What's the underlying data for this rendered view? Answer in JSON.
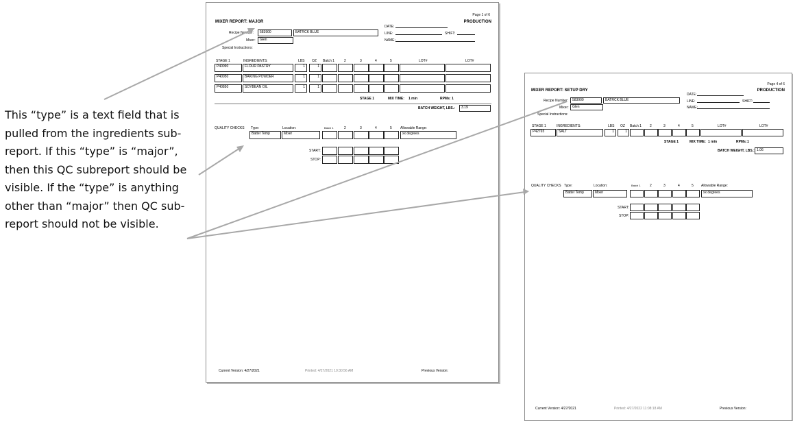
{
  "annotation": {
    "lines": [
      "This “type” is a text field that is",
      "pulled from the ingredients sub-",
      "report. If this “type” is “major”,",
      "then this QC subreport should be",
      "visible. If the “type” is anything",
      "other than “major” then QC sub-",
      "report should not be visible."
    ]
  },
  "page1": {
    "page_no": "Page 1 of 6",
    "title": "MIXER REPORT:  MAJOR",
    "production": "PRODUCTION",
    "date_label": "DATE:",
    "line_label": "LINE:",
    "shift_label": "SHIFT:",
    "name_label": "NAME:",
    "recipe_label": "Recipe Number:",
    "recipe_number": "583900",
    "recipe_name": "BATRCK BLUE",
    "mixer_label": "Mixer:",
    "mixer_value": "Glen",
    "special": "Special Instructions:",
    "headers": {
      "stage": "STAGE 1",
      "ingredients": "INGREDIENTS:",
      "lbs": "LBS",
      "oz": "OZ",
      "batch1": "Batch 1",
      "c2": "2",
      "c3": "3",
      "c4": "4",
      "c5": "5",
      "lot1": "LOT#",
      "lot2": "LOT#"
    },
    "rows": [
      {
        "code": "P40090",
        "name": "FLOUR PASTRY",
        "lbs": "1",
        "oz": "1"
      },
      {
        "code": "P40050",
        "name": "BAKING POWDER",
        "lbs": "1",
        "oz": "1"
      },
      {
        "code": "P40850",
        "name": "SOYBEAN OIL",
        "lbs": "1",
        "oz": "1"
      }
    ],
    "stage_text": "STAGE 1",
    "mix_time_label": "MIX TIME:",
    "mix_time": "1 min",
    "rpm_label": "RPMs:",
    "rpm": "1",
    "batch_weight_label": "BATCH WEIGHT, LBS.:",
    "batch_weight": "3.19",
    "qc": {
      "label": "QUALITY CHECKS",
      "type_label": "Type:",
      "location_label": "Location:",
      "batch1": "Batch 1",
      "c2": "2",
      "c3": "3",
      "c4": "4",
      "c5": "5",
      "range_label": "Allowable Range:",
      "type": "Batter Temp",
      "location": "Mixer",
      "range": "xx degrees",
      "start": "START:",
      "stop": "STOP:"
    },
    "footer": {
      "current": "Current Version:  4/27/2021",
      "printed": "Printed:  4/27/2021 10:30:56 AM",
      "previous": "Previous Version:"
    }
  },
  "page2": {
    "page_no": "Page 4 of 6",
    "title": "MIXER REPORT:  SETUP DRY",
    "production": "PRODUCTION",
    "date_label": "DATE:",
    "line_label": "LINE:",
    "shift_label": "SHIFT:",
    "name_label": "NAME:",
    "recipe_label": "Recipe Number:",
    "recipe_number": "583900",
    "recipe_name": "BATRCK BLUE",
    "mixer_label": "Mixer:",
    "mixer_value": "Glen",
    "special": "Special Instructions:",
    "headers": {
      "stage": "STAGE 1",
      "ingredients": "INGREDIENTS:",
      "lbs": "LBS",
      "oz": "OZ",
      "batch1": "Batch 1",
      "c2": "2",
      "c3": "3",
      "c4": "4",
      "c5": "5",
      "lot1": "LOT#",
      "lot2": "LOT#"
    },
    "rows": [
      {
        "code": "P42765",
        "name": "SALT",
        "lbs": "1",
        "oz": "1"
      }
    ],
    "stage_text": "STAGE 1",
    "mix_time_label": "MIX TIME:",
    "mix_time": "1 min",
    "rpm_label": "RPMs:",
    "rpm": "1",
    "batch_weight_label": "BATCH WEIGHT, LBS.:",
    "batch_weight": "1.06",
    "qc": {
      "label": "QUALITY CHECKS",
      "type_label": "Type:",
      "location_label": "Location:",
      "batch1": "Batch 1",
      "c2": "2",
      "c3": "3",
      "c4": "4",
      "c5": "5",
      "range_label": "Allowable Range:",
      "type": "Batter Temp",
      "location": "Mixer",
      "range": "xx degrees",
      "start": "START:",
      "stop": "STOP:"
    },
    "footer": {
      "current": "Current Version:  4/27/2021",
      "printed": "Printed:  4/27/2022 11:08:18 AM",
      "previous": "Previous Version:"
    }
  },
  "colors": {
    "arrow": "#a8a8a8",
    "border": "#222222"
  }
}
